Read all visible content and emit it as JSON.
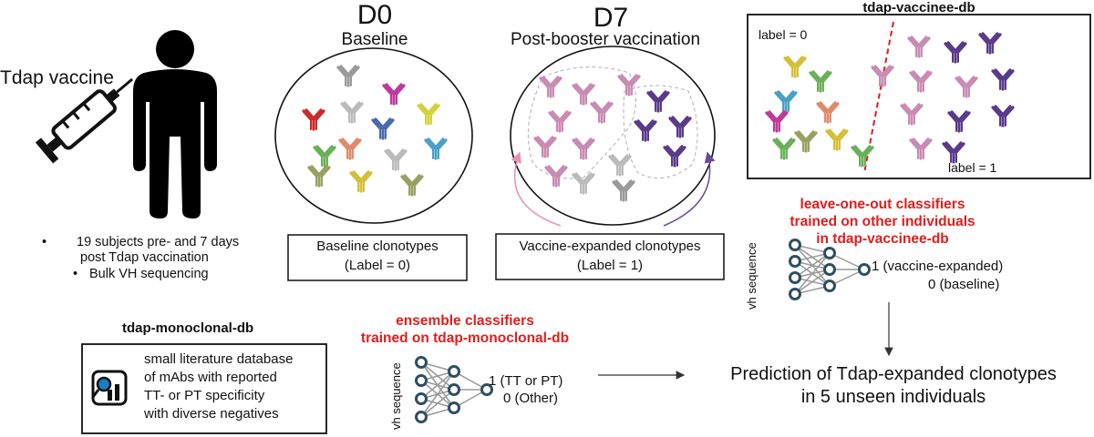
{
  "subject": {
    "vaccine_label": "Tdap vaccine",
    "bullets": [
      "19 subjects pre- and 7 days",
      "post Tdap vaccination",
      "Bulk VH sequencing"
    ]
  },
  "d0": {
    "title": "D0",
    "subtitle": "Baseline",
    "box_line1": "Baseline clonotypes",
    "box_line2": "(Label = 0)"
  },
  "d7": {
    "title": "D7",
    "subtitle": "Post-booster vaccination",
    "box_line1": "Vaccine-expanded clonotypes",
    "box_line2": "(Label = 1)"
  },
  "vaccinee_db": {
    "title": "tdap-vaccinee-db",
    "label0": "label = 0",
    "label1": "label = 1"
  },
  "loo": {
    "heading": [
      "leave-one-out classifiers",
      "trained on other individuals",
      "in tdap-vaccinee-db"
    ],
    "axis": "vh sequence",
    "out1": "1 (vaccine-expanded)",
    "out0": "0 (baseline)"
  },
  "monoclonal": {
    "title": "tdap-monoclonal-db",
    "lines": [
      "small literature database",
      "of mAbs with reported",
      "TT- or PT specificity",
      "with diverse negatives"
    ]
  },
  "ensemble": {
    "heading": [
      "ensemble classifiers",
      "trained on tdap-monoclonal-db"
    ],
    "axis": "vh sequence",
    "out1": "1 (TT or PT)",
    "out0": "0 (Other)"
  },
  "prediction": {
    "line1": "Prediction of Tdap-expanded clonotypes",
    "line2": "in 5 unseen individuals"
  },
  "colors": {
    "red_text": "#e11d1d",
    "pink": "#c98bb3",
    "purple": "#5b3a8c",
    "arrow_pink": "#e98fb8",
    "arrow_purple": "#6a4a9a"
  }
}
